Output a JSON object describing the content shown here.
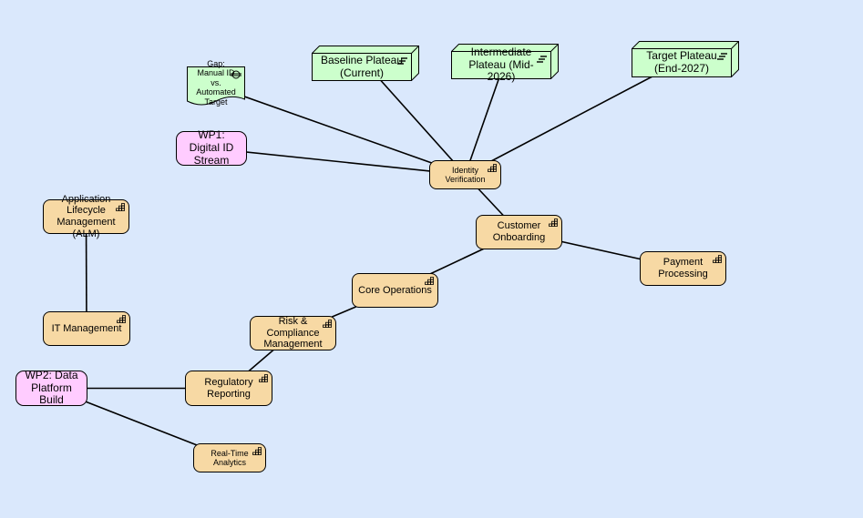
{
  "diagram": {
    "nodes": [
      {
        "id": "gap",
        "type": "gap",
        "label": "Gap: Manual ID vs. Automated Target"
      },
      {
        "id": "baseline",
        "type": "plateau",
        "label": "Baseline Plateau (Current)"
      },
      {
        "id": "intermediate",
        "type": "plateau",
        "label": "Intermediate Plateau (Mid-2026)"
      },
      {
        "id": "target",
        "type": "plateau",
        "label": "Target Plateau (End-2027)"
      },
      {
        "id": "wp1",
        "type": "work-package",
        "label": "WP1: Digital ID Stream"
      },
      {
        "id": "identity",
        "type": "capability",
        "label": "Identity Verification"
      },
      {
        "id": "alm",
        "type": "capability",
        "label": "Application Lifecycle Management (ALM)"
      },
      {
        "id": "onboarding",
        "type": "capability",
        "label": "Customer Onboarding"
      },
      {
        "id": "payment",
        "type": "capability",
        "label": "Payment Processing"
      },
      {
        "id": "coreops",
        "type": "capability",
        "label": "Core Operations"
      },
      {
        "id": "itmgmt",
        "type": "capability",
        "label": "IT Management"
      },
      {
        "id": "risk",
        "type": "capability",
        "label": "Risk & Compliance Management"
      },
      {
        "id": "wp2",
        "type": "work-package",
        "label": "WP2: Data Platform Build"
      },
      {
        "id": "regrep",
        "type": "capability",
        "label": "Regulatory Reporting"
      },
      {
        "id": "realtime",
        "type": "capability",
        "label": "Real-Time Analytics"
      }
    ],
    "edges": [
      [
        "gap",
        "identity"
      ],
      [
        "baseline",
        "identity"
      ],
      [
        "intermediate",
        "identity"
      ],
      [
        "target",
        "identity"
      ],
      [
        "wp1",
        "identity"
      ],
      [
        "identity",
        "onboarding"
      ],
      [
        "onboarding",
        "payment"
      ],
      [
        "onboarding",
        "coreops"
      ],
      [
        "coreops",
        "risk"
      ],
      [
        "risk",
        "regrep"
      ],
      [
        "wp2",
        "regrep"
      ],
      [
        "wp2",
        "realtime"
      ],
      [
        "alm",
        "itmgmt"
      ]
    ],
    "colors": {
      "background": "#dae8fc",
      "capability": "#f7d9a4",
      "work_package": "#ffccff",
      "plateau": "#ccffcc",
      "gap": "#ccffcc",
      "line": "#000000"
    },
    "icons": {
      "capability": "capability-icon",
      "plateau": "plateau-icon",
      "gap": "gap-icon"
    }
  }
}
